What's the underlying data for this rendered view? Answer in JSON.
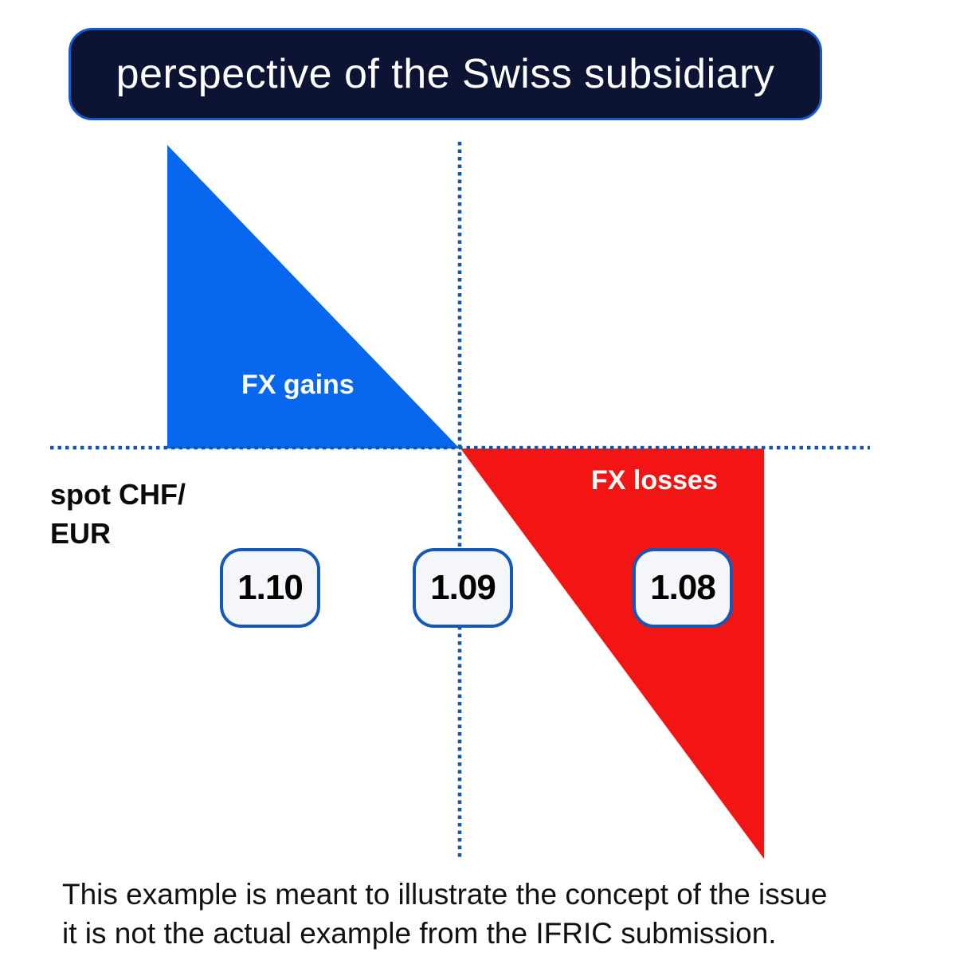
{
  "header": {
    "title": "perspective of the Swiss subsidiary"
  },
  "diagram": {
    "type": "fx-payoff-diagram",
    "gains_region_label": "FX gains",
    "losses_region_label": "FX losses",
    "axis_label_line1": "spot CHF/",
    "axis_label_line2": "EUR",
    "spot_values": [
      "1.10",
      "1.09",
      "1.08"
    ]
  },
  "caption": {
    "line1": "This example is meant to illustrate the concept of the issue",
    "line2": "it is not the actual example from the IFRIC submission."
  },
  "colors": {
    "gains_fill": "#0768EF",
    "losses_fill": "#F31414",
    "axis_dots": "#1155B0",
    "banner_bg": "#0D1333",
    "banner_border": "#1757CE",
    "value_box_border": "#1458B8",
    "value_box_bg": "#F4F6FA"
  }
}
